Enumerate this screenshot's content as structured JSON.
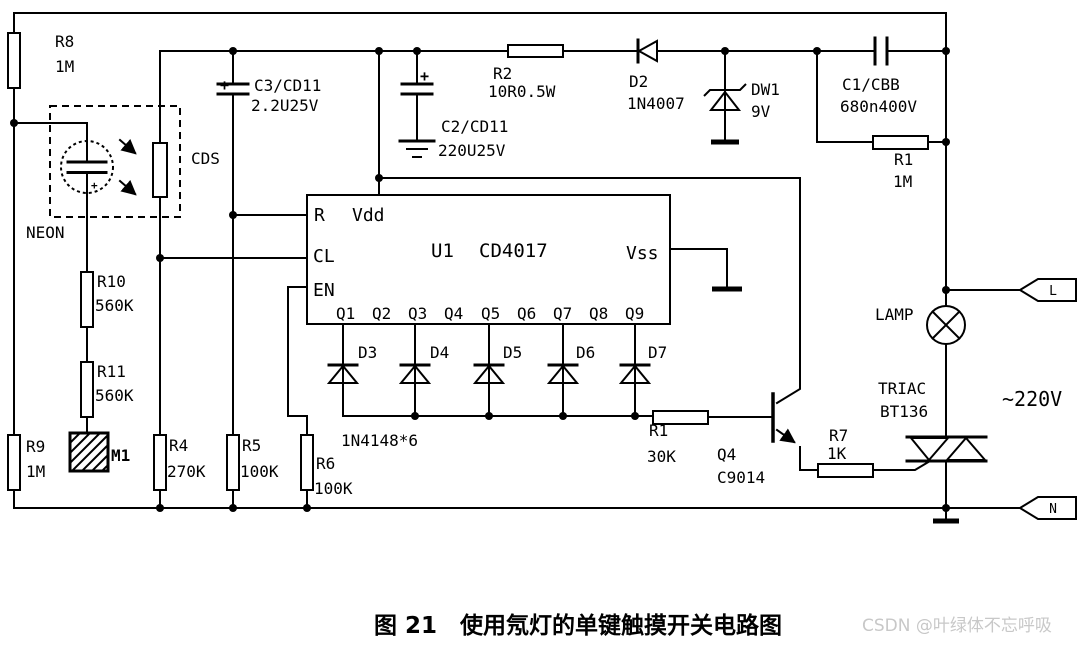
{
  "figure": {
    "caption": "图 21　使用氖灯的单键触摸开关电路图",
    "watermark": "CSDN @叶绿体不忘呼吸"
  },
  "colors": {
    "wire": "#000000",
    "background": "#ffffff",
    "watermark": "#c8c8c8",
    "text": "#000000"
  },
  "labels": {
    "plus": "+",
    "r8": {
      "ref": "R8",
      "value": "1M"
    },
    "r9": {
      "ref": "R9",
      "value": "1M"
    },
    "r10": {
      "ref": "R10",
      "value": "560K"
    },
    "r11": {
      "ref": "R11",
      "value": "560K"
    },
    "m1": {
      "ref": "M1"
    },
    "neon": {
      "ref": "NEON"
    },
    "cds": {
      "ref": "CDS"
    },
    "c3": {
      "ref": "C3/CD11",
      "value": "2.2U25V"
    },
    "c2": {
      "ref": "C2/CD11",
      "value": "220U25V"
    },
    "r2": {
      "ref": "R2",
      "value": "10R0.5W"
    },
    "d2": {
      "ref": "D2",
      "value": "1N4007"
    },
    "dw1": {
      "ref": "DW1",
      "value": "9V"
    },
    "c1": {
      "ref": "C1/CBB",
      "value": "680n400V"
    },
    "r1_top": {
      "ref": "R1",
      "value": "1M"
    },
    "r4": {
      "ref": "R4",
      "value": "270K"
    },
    "r5": {
      "ref": "R5",
      "value": "100K"
    },
    "r6": {
      "ref": "R6",
      "value": "100K"
    },
    "d3": {
      "ref": "D3"
    },
    "d4": {
      "ref": "D4"
    },
    "d5": {
      "ref": "D5"
    },
    "d6": {
      "ref": "D6"
    },
    "d7": {
      "ref": "D7"
    },
    "diode_group": "1N4148*6",
    "r1_base": {
      "ref": "R1",
      "value": "30K"
    },
    "q4": {
      "ref": "Q4",
      "value": "C9014"
    },
    "r7": {
      "ref": "R7",
      "value": "1K"
    },
    "triac": {
      "ref": "TRIAC",
      "value": "BT136"
    },
    "lamp": {
      "ref": "LAMP"
    },
    "mains_voltage": "~220V"
  },
  "ic": {
    "designator": "U1",
    "part_number": "CD4017",
    "pins": {
      "reset": "R",
      "clock": "CL",
      "enable": "EN",
      "vdd": "Vdd",
      "vss": "Vss"
    },
    "outputs": [
      "Q1",
      "Q2",
      "Q3",
      "Q4",
      "Q5",
      "Q6",
      "Q7",
      "Q8",
      "Q9"
    ]
  },
  "terminals": {
    "live": "L",
    "neutral": "N"
  }
}
